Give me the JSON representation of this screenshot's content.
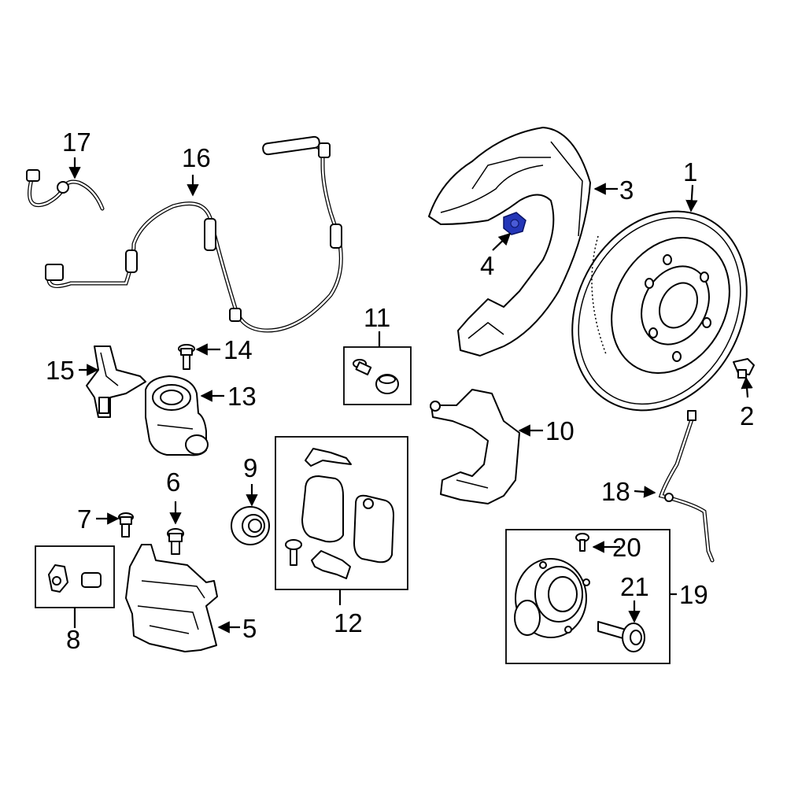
{
  "callouts": [
    {
      "id": "1",
      "label": "1"
    },
    {
      "id": "2",
      "label": "2"
    },
    {
      "id": "3",
      "label": "3"
    },
    {
      "id": "4",
      "label": "4"
    },
    {
      "id": "5",
      "label": "5"
    },
    {
      "id": "6",
      "label": "6"
    },
    {
      "id": "7",
      "label": "7"
    },
    {
      "id": "8",
      "label": "8"
    },
    {
      "id": "9",
      "label": "9"
    },
    {
      "id": "10",
      "label": "10"
    },
    {
      "id": "11",
      "label": "11"
    },
    {
      "id": "12",
      "label": "12"
    },
    {
      "id": "13",
      "label": "13"
    },
    {
      "id": "14",
      "label": "14"
    },
    {
      "id": "15",
      "label": "15"
    },
    {
      "id": "16",
      "label": "16"
    },
    {
      "id": "17",
      "label": "17"
    },
    {
      "id": "18",
      "label": "18"
    },
    {
      "id": "19",
      "label": "19"
    },
    {
      "id": "20",
      "label": "20"
    },
    {
      "id": "21",
      "label": "21"
    }
  ],
  "colors": {
    "line": "#000000",
    "background": "#ffffff",
    "highlight": "#2436b8"
  },
  "highlighted_part": "4"
}
